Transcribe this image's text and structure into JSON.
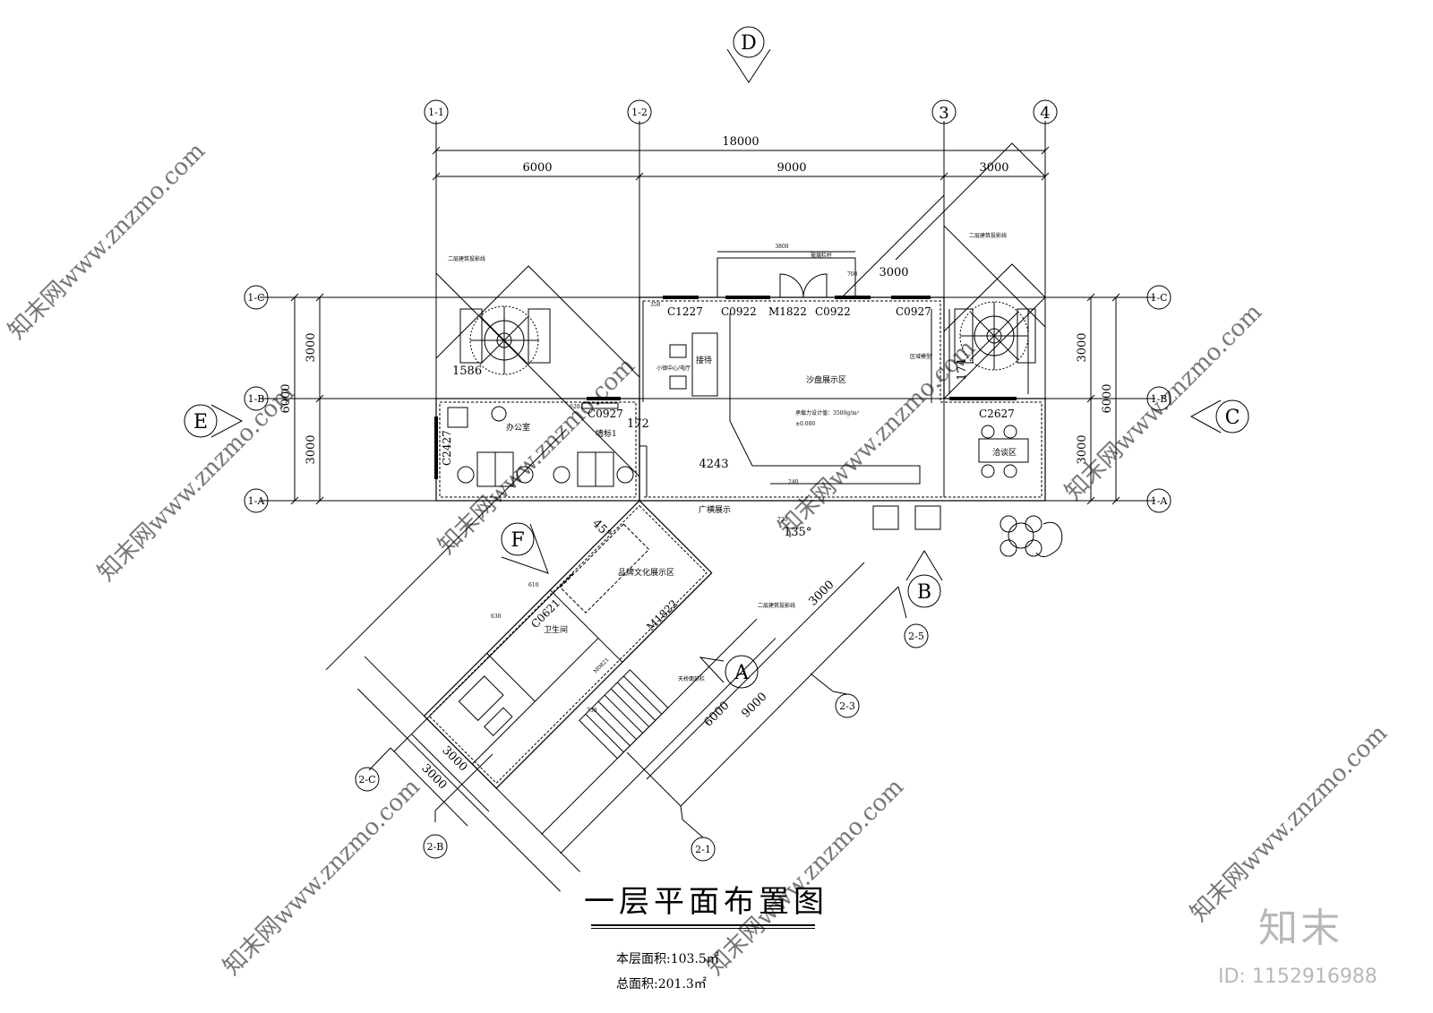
{
  "drawing": {
    "title": "一层平面布置图",
    "floor_area": "本层面积:103.5㎡",
    "total_area": "总面积:201.3㎡"
  },
  "grid_bubbles": {
    "top": [
      "1-1",
      "1-2",
      "3",
      "4"
    ],
    "left": [
      "1-C",
      "1-B",
      "1-A"
    ],
    "right": [
      "1-C",
      "1-B",
      "1-A"
    ],
    "diagonal": [
      "2-5",
      "2-3",
      "2-1",
      "2-C",
      "2-B"
    ]
  },
  "view_markers": [
    "D",
    "E",
    "C",
    "F",
    "B",
    "A"
  ],
  "dimensions": {
    "overall": "18000",
    "top_segments": [
      "6000",
      "9000",
      "3000"
    ],
    "left": [
      "3000",
      "6000",
      "3000"
    ],
    "right": [
      "3000",
      "6000",
      "3000"
    ],
    "entry": "3000",
    "small_top": "3800",
    "diag": "4243",
    "wing_a": "3000",
    "wing_b": "6000",
    "wing_c": "9000",
    "wing_d": "3000",
    "wing_e": "3000",
    "misc": [
      "1586",
      "172",
      "174",
      "620",
      "350",
      "630",
      "610",
      "730",
      "700",
      "240",
      "725"
    ]
  },
  "windows_doors": [
    "C1227",
    "C0922",
    "M1822",
    "C0922",
    "C0927",
    "C0927",
    "C2427",
    "C2627",
    "C0621",
    "M1822",
    "M0821"
  ],
  "angles": [
    "45°",
    "135°"
  ],
  "room_labels": {
    "office": "办公室",
    "sand_table": "沙盘展示区",
    "reception": "接待",
    "negotiation": "洽谈区",
    "brand_culture": "品牌文化展示区",
    "toilet": "卫生间",
    "display": "广横展示",
    "load": "承载力设计值：3500g/m²",
    "level": "±0.000",
    "wall_label": "墙标1",
    "reception_sign": "小镇中心/电厅",
    "zone_model": "区域模型",
    "glass_railing": "玻璃栏杆",
    "stair_note": "天桥面前栏",
    "projection_left": "二层建筑投影线",
    "projection_right": "二层建筑投影线",
    "projection_bottom": "二层建筑投影线"
  },
  "watermark": {
    "brand": "知末",
    "id": "ID: 1152916988",
    "site": "知末网www.znzmo.com"
  }
}
